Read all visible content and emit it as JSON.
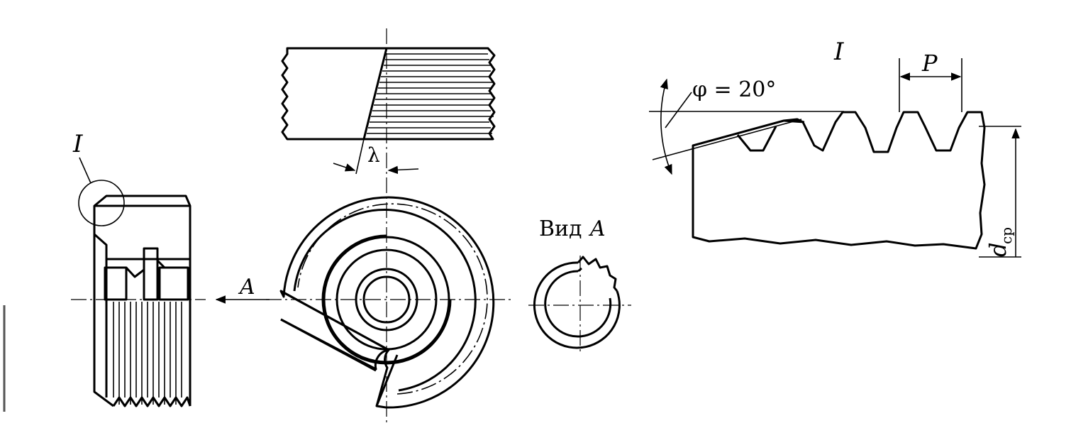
{
  "labels": {
    "detail_mark_left": "I",
    "detail_mark_right": "I",
    "lambda": "λ",
    "view_arrow": "A",
    "view_title_word": "Вид",
    "view_title_letter": "A",
    "angle_phi": "φ = 20°",
    "pitch": "P",
    "diameter_d": "d",
    "diameter_sub": "ср"
  }
}
